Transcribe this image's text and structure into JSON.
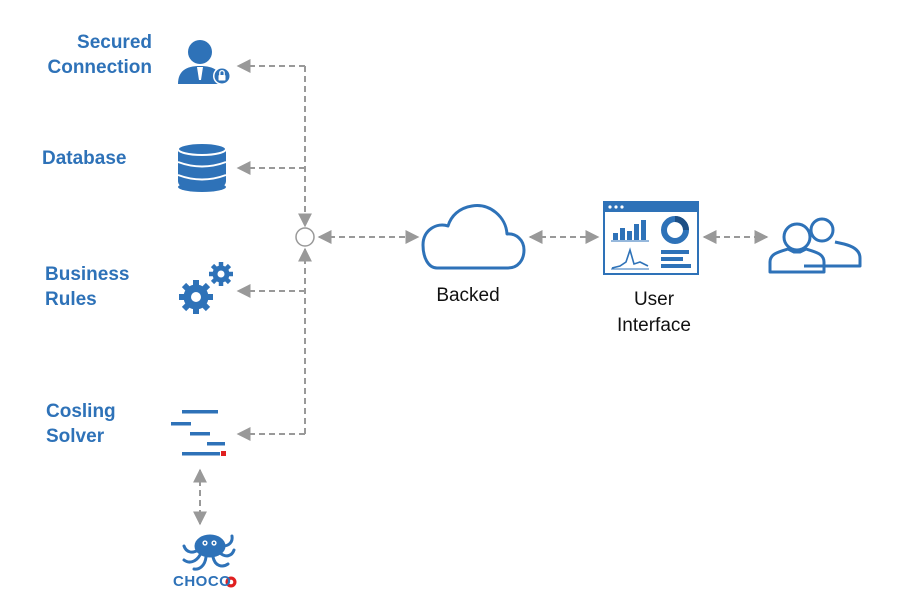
{
  "labels": {
    "secured_connection": "Secured\nConnection",
    "database": "Database",
    "business_rules": "Business\nRules",
    "cosling_solver": "Cosling\nSolver",
    "backend": "Backed",
    "user_interface": "User\nInterface",
    "choco": "CHOCO"
  },
  "icons": {
    "secured_connection": "user-lock-icon",
    "database": "database-icon",
    "business_rules": "gears-icon",
    "cosling_solver": "gantt-icon",
    "choco": "octopus-logo",
    "backend": "cloud-icon",
    "user_interface": "dashboard-icon",
    "users": "users-icon"
  },
  "colors": {
    "icon_blue": "#2e72b8",
    "label_blue": "#2e72b8",
    "connector_gray": "#999999",
    "choco_red": "#e02020"
  }
}
